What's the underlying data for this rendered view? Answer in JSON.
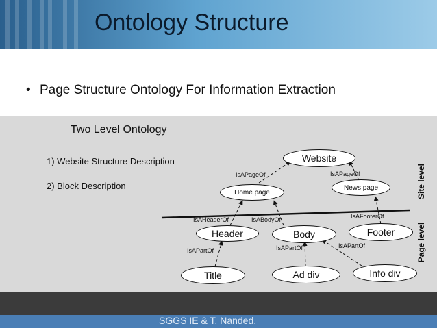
{
  "slide": {
    "title": "Ontology Structure",
    "bullet": "Page Structure Ontology For Information Extraction",
    "footer": "SGGS IE & T, Nanded."
  },
  "diagram": {
    "subtitle": "Two Level Ontology",
    "item1": "1) Website Structure Description",
    "item2": "2) Block Description",
    "levels": {
      "site": "Site level",
      "page": "Page level"
    },
    "nodes": {
      "website": "Website",
      "homepage": "Home page",
      "newspage": "News page",
      "header": "Header",
      "body": "Body",
      "footer": "Footer",
      "title": "Title",
      "addiv": "Ad div",
      "infodiv": "Info div"
    },
    "relations": {
      "home_to_website": "IsAPageOf",
      "news_to_website": "IsAPageOf",
      "header_to_home": "IsAHeaderOf",
      "body_to_home": "IsABodyOf",
      "footer_to_news": "IsAFooterOf",
      "title_to_header": "IsAPartOf",
      "addiv_to_body": "IsAPartOf",
      "infodiv_to_body": "IsAPartOf"
    }
  }
}
